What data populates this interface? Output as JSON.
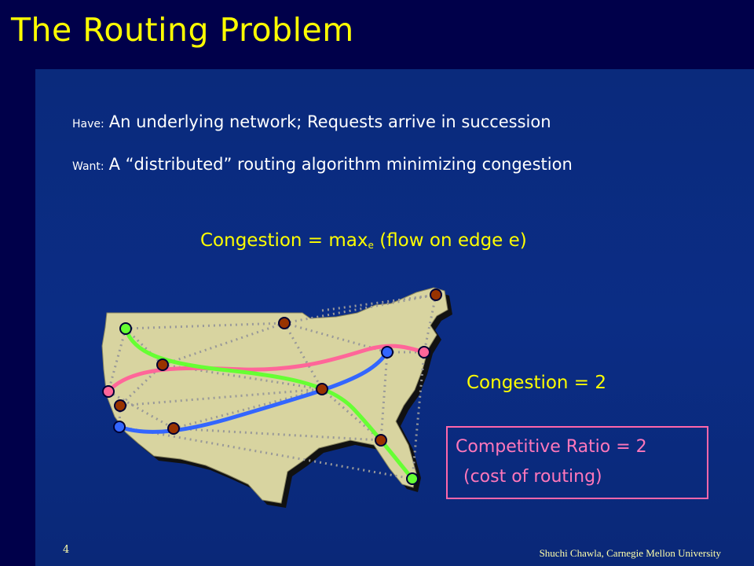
{
  "slide": {
    "title": "The Routing Problem",
    "have_label": "Have:",
    "have_text": "An underlying network; Requests arrive in succession",
    "want_label": "Want:",
    "want_text": "A “distributed” routing algorithm minimizing congestion",
    "formula_prefix": "Congestion = max",
    "formula_sub": "e",
    "formula_suffix": " (flow on edge e)",
    "congestion_value": "Congestion = 2",
    "ratio_line1": "Competitive Ratio = 2",
    "ratio_line2": "(cost of routing)",
    "page_number": "4",
    "footer": "Shuchi Chawla, Carnegie Mellon University"
  },
  "colors": {
    "title": "#ffff00",
    "map_fill": "#d8d4a0",
    "green_path": "#66ff33",
    "blue_path": "#3366ff",
    "pink_path": "#ff6699",
    "node_brown": "#993300",
    "edge_dotted": "#999999"
  }
}
